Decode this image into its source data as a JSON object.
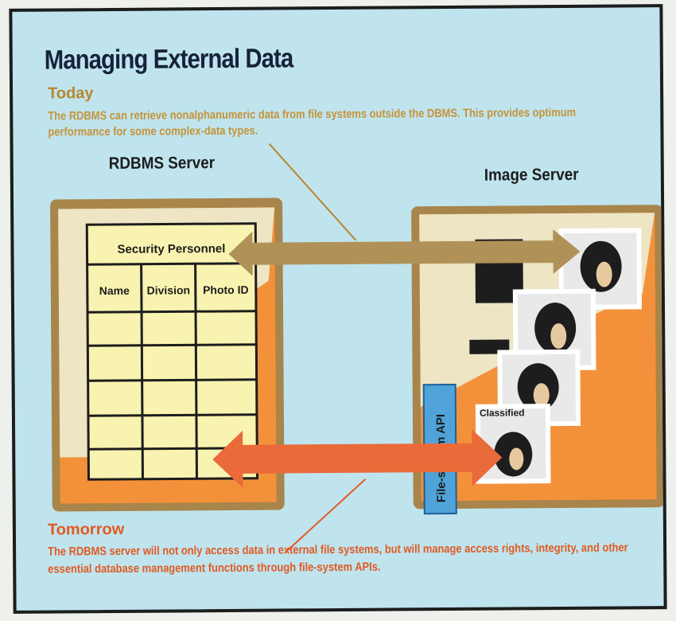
{
  "title": "Managing External Data",
  "today": {
    "heading": "Today",
    "description": "The RDBMS can retrieve nonalphanumeric data from file systems outside the DBMS. This provides optimum performance for some complex-data types."
  },
  "rdbms_server": {
    "label": "RDBMS Server",
    "table": {
      "title": "Security Personnel",
      "columns": [
        "Name",
        "Division",
        "Photo ID"
      ]
    }
  },
  "image_server": {
    "label": "Image Server",
    "api_label": "File-system API",
    "classified_label": "Classified"
  },
  "tomorrow": {
    "heading": "Tomorrow",
    "description": "The RDBMS server will not only access data in external file systems, but will manage access rights, integrity, and other essential database management functions through file-system APIs."
  },
  "colors": {
    "background": "#bfe4ee",
    "server_frame": "#a8854a",
    "server_fill": "#f3913a",
    "today_accent": "#c5943a",
    "tomorrow_accent": "#e15a22",
    "api_box": "#4fa3d9"
  }
}
